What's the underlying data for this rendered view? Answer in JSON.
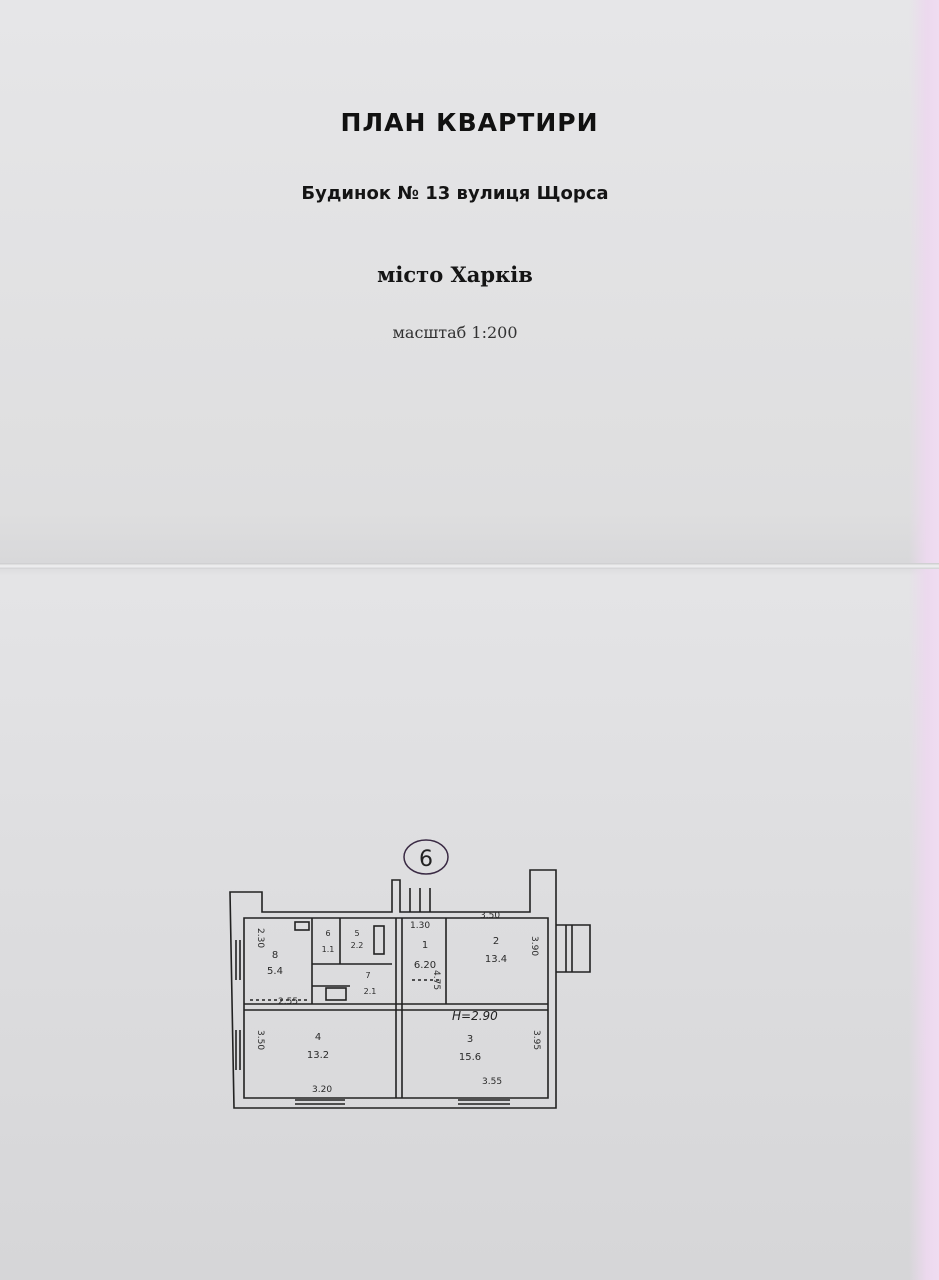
{
  "document": {
    "title": "ПЛАН КВАРТИРИ",
    "address": "Будинок № 13 вулиця Щорса",
    "city": "місто Харків",
    "scale": "масштаб 1:200"
  },
  "plan": {
    "apartment_number": "6",
    "ceiling_height": "H=2.90",
    "rooms": [
      {
        "number": "1",
        "area": "6.20"
      },
      {
        "number": "2",
        "area": "13.4"
      },
      {
        "number": "3",
        "area": "15.6"
      },
      {
        "number": "4",
        "area": "13.2"
      },
      {
        "number": "8",
        "area": "5.4"
      },
      {
        "number": "5",
        "area": "2.2"
      },
      {
        "number": "6",
        "area": "1.1"
      },
      {
        "number": "7",
        "area": "2.1"
      }
    ],
    "dimensions": {
      "top_left": "1.30",
      "top_right": "3.50",
      "bottom_left": "3.20",
      "bottom_right": "3.55",
      "left_upper": "2.30",
      "left_lower": "3.50",
      "right_room2": "3.90",
      "right_room3": "3.95",
      "kitchen_width": "2.55",
      "room1_side": "4.75"
    }
  },
  "colors": {
    "ink": "#222222",
    "annotation": "#2230a0",
    "circle": "#b02020"
  }
}
